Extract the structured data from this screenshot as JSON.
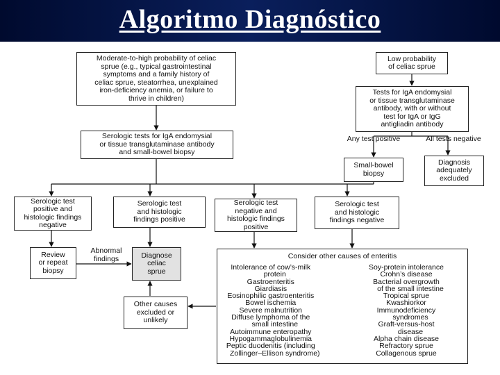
{
  "title": "Algoritmo Diagnóstico",
  "boxes": {
    "moderate_high": "Moderate-to-high probability of celiac\nsprue (e.g., typical gastrointestinal\nsymptoms and a family history of\nceliac sprue, steatorrhea, unexplained\niron-deficiency anemia, or failure to\nthrive in children)",
    "low_probability": "Low probability\nof celiac sprue",
    "tests_iga": "Tests for IgA endomysial\nor tissue transglutaminase\nantibody, with or without\ntest for IgA or IgG\nantigliadin antibody",
    "serologic_biopsy": "Serologic tests for IgA endomysial\nor tissue transglutaminase antibody\nand small-bowel biopsy",
    "small_bowel_biopsy": "Small-bowel\nbiopsy",
    "diagnosis_excluded": "Diagnosis\nadequately\nexcluded",
    "ser_pos_hist_neg": "Serologic test\npositive and\nhistologic findings\nnegative",
    "ser_hist_pos": "Serologic test\nand histologic\nfindings positive",
    "ser_neg_hist_pos": "Serologic test\nnegative and\nhistologic findings\npositive",
    "ser_hist_neg": "Serologic test\nand histologic\nfindings negative",
    "review_biopsy": "Review\nor repeat\nbiopsy",
    "diagnose_celiac": "Diagnose\nceliac\nsprue",
    "other_excluded": "Other causes\nexcluded or\nunlikely"
  },
  "labels": {
    "any_positive": "Any test positive",
    "all_negative": "All tests negative",
    "abnormal": "Abnormal\nfindings"
  },
  "enteritis": {
    "heading": "Consider other causes of enteritis",
    "left": [
      "Intolerance of cow’s-milk",
      "protein",
      "Gastroenteritis",
      "Giardiasis",
      "Eosinophilic gastroenteritis",
      "Bowel ischemia",
      "Severe malnutrition",
      "Diffuse lymphoma of the",
      "small intestine",
      "Autoimmune enteropathy",
      "Hypogammaglobulinemia",
      "Peptic duodenitis (including",
      "Zollinger–Ellison syndrome)"
    ],
    "right": [
      "Soy-protein intolerance",
      "Crohn’s disease",
      "Bacterial overgrowth",
      "of the small intestine",
      "Tropical sprue",
      "Kwashiorkor",
      "Immunodeficiency",
      "syndromes",
      "Graft-versus-host",
      "disease",
      "Alpha chain disease",
      "Refractory sprue",
      "Collagenous sprue"
    ]
  }
}
